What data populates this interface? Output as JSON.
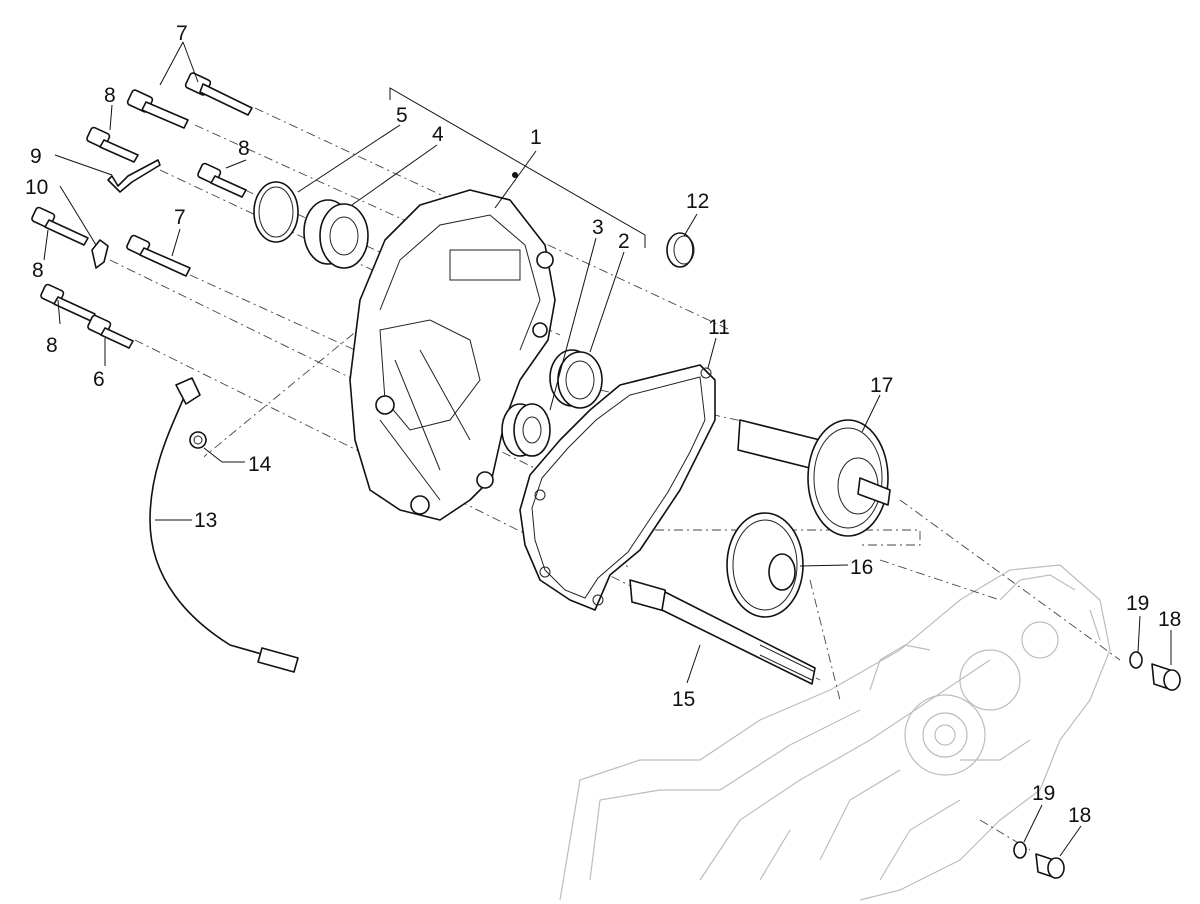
{
  "callouts": {
    "c1": "1",
    "c2": "2",
    "c3": "3",
    "c4": "4",
    "c5": "5",
    "c6": "6",
    "c7a": "7",
    "c7b": "7",
    "c8a": "8",
    "c8b": "8",
    "c8c": "8",
    "c8d": "8",
    "c9": "9",
    "c10": "10",
    "c11": "11",
    "c12": "12",
    "c13": "13",
    "c14": "14",
    "c15": "15",
    "c16": "16",
    "c17": "17",
    "c18a": "18",
    "c18b": "18",
    "c19a": "19",
    "c19b": "19"
  },
  "colors": {
    "line": "#111111",
    "ghost": "#bdbdbd",
    "background": "#ffffff"
  }
}
